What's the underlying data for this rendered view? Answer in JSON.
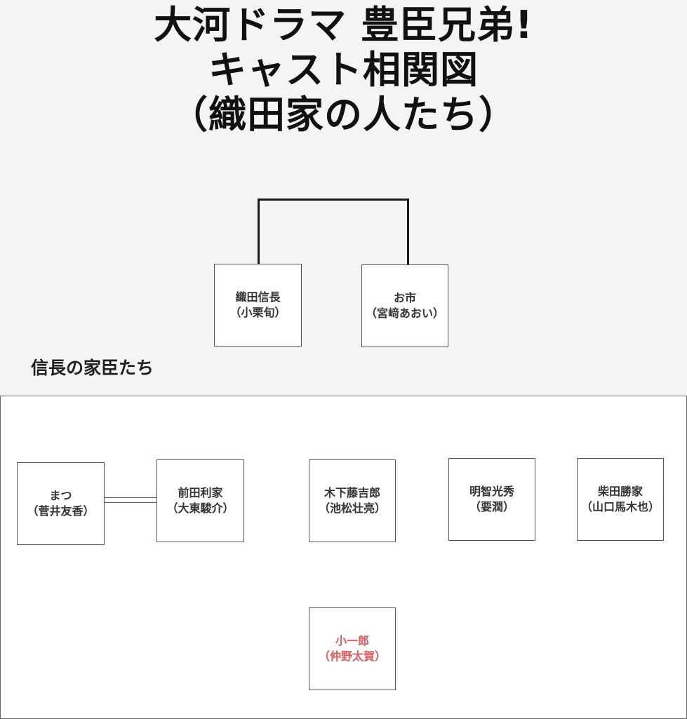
{
  "title": {
    "line1": "大河ドラマ 豊臣兄弟!",
    "line2": "キャスト相関図",
    "line3": "（織田家の人たち）"
  },
  "family": {
    "nobunaga": {
      "role": "織田信長",
      "actor": "（小栗旬）"
    },
    "oichi": {
      "role": "お市",
      "actor": "（宮﨑あおい）"
    }
  },
  "vassals_heading": "信長の家臣たち",
  "vassals": {
    "matsu": {
      "role": "まつ",
      "actor": "（菅井友香）"
    },
    "toshiie": {
      "role": "前田利家",
      "actor": "（大東駿介）"
    },
    "tokichiro": {
      "role": "木下藤吉郎",
      "actor": "（池松壮亮）"
    },
    "mitsuhide": {
      "role": "明智光秀",
      "actor": "（要潤）"
    },
    "katsuie": {
      "role": "柴田勝家",
      "actor": "（山口馬木也）"
    },
    "koichiro": {
      "role": "小一郎",
      "actor": "（仲野太賀）"
    }
  },
  "colors": {
    "background": "#f4f4f4",
    "panel": "#ffffff",
    "highlight_text": "#e0595b",
    "line": "#1a1a1a"
  }
}
